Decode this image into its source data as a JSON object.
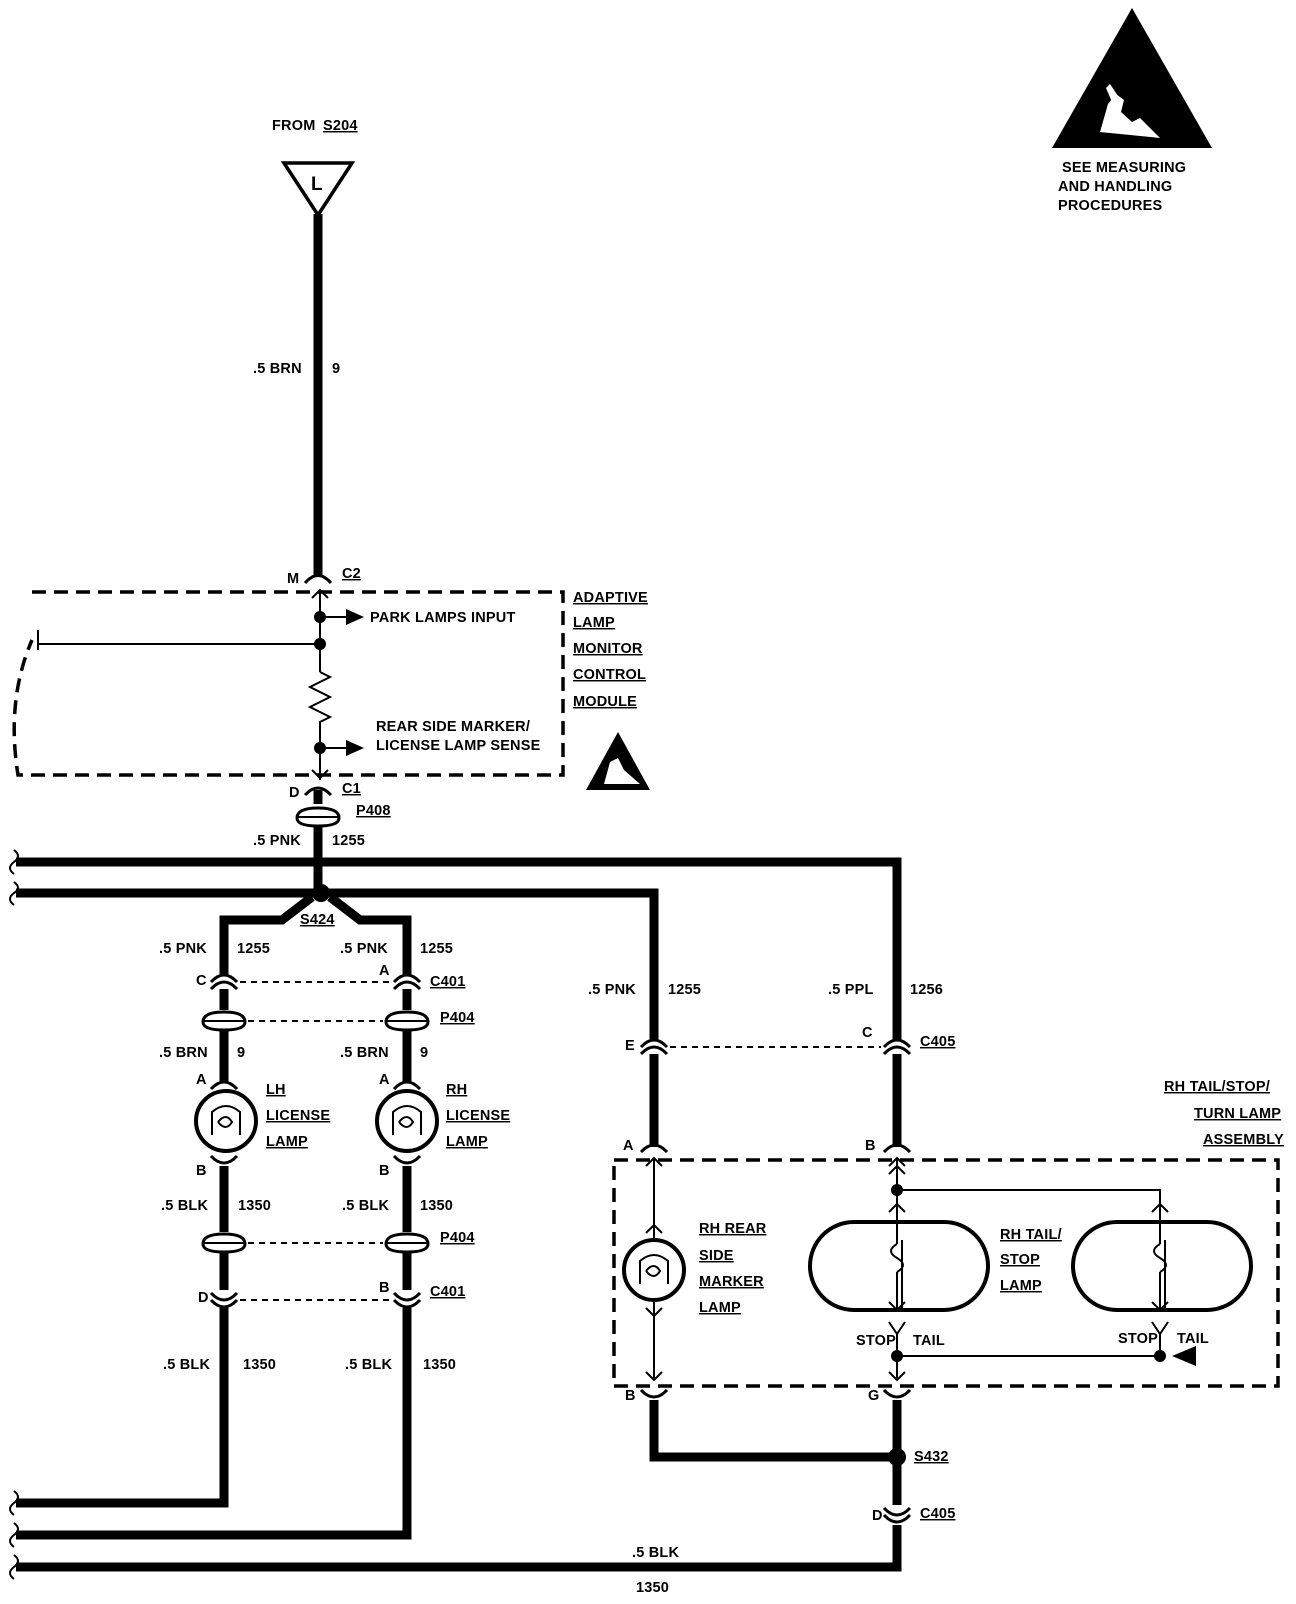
{
  "esd_note": [
    "SEE MEASURING",
    "AND HANDLING",
    "PROCEDURES"
  ],
  "source": {
    "from_label": "FROM",
    "splice": "S204",
    "terminal_letter": "L"
  },
  "module": {
    "name_lines": [
      "ADAPTIVE",
      "LAMP",
      "MONITOR",
      "CONTROL",
      "MODULE"
    ],
    "input1": "PARK LAMPS INPUT",
    "input2_lines": [
      "REAR SIDE MARKER/",
      "LICENSE LAMP SENSE"
    ],
    "conn_top": "C2",
    "pin_top": "M",
    "conn_bottom": "C1",
    "pin_bottom": "D"
  },
  "wires": {
    "w_brn_9": {
      "gauge_color": ".5 BRN",
      "circuit": "9"
    },
    "w_pnk_1255": {
      "gauge_color": ".5 PNK",
      "circuit": "1255"
    },
    "w_ppl_1256": {
      "gauge_color": ".5 PPL",
      "circuit": "1256"
    },
    "w_blk_1350": {
      "gauge_color": ".5 BLK",
      "circuit": "1350"
    }
  },
  "splices": {
    "s424": "S424",
    "s432": "S432"
  },
  "connectors": {
    "p408": "P408",
    "p404": "P404",
    "c401": "C401",
    "c405": "C405",
    "pins": {
      "A": "A",
      "B": "B",
      "C": "C",
      "D": "D",
      "E": "E",
      "G": "G"
    }
  },
  "lamps": {
    "lh_license": [
      "LH",
      "LICENSE",
      "LAMP"
    ],
    "rh_license": [
      "RH",
      "LICENSE",
      "LAMP"
    ],
    "rh_side_marker": [
      "RH REAR",
      "SIDE",
      "MARKER",
      "LAMP"
    ],
    "rh_tail_stop": [
      "RH TAIL/",
      "STOP",
      "LAMP"
    ],
    "stop": "STOP",
    "tail": "TAIL"
  },
  "assembly": [
    "RH TAIL/STOP/",
    "TURN LAMP",
    "ASSEMBLY"
  ]
}
